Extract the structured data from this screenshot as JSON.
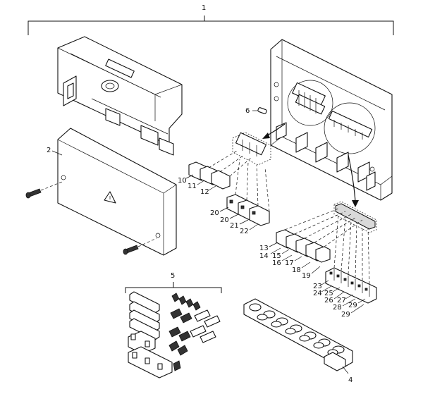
{
  "callouts": {
    "c1": "1",
    "c2": "2",
    "c4": "4",
    "c5": "5",
    "c6": "6",
    "c10": "10",
    "c11": "11",
    "c12": "12",
    "c13": "13",
    "c14": "14",
    "c15": "15",
    "c16": "16",
    "c17": "17",
    "c18": "18",
    "c19": "19",
    "c20a": "20",
    "c20b": "20",
    "c21": "21",
    "c22": "22",
    "c23": "23",
    "c24": "24",
    "c25": "25",
    "c26": "26",
    "c27": "27",
    "c28": "28",
    "c29a": "29",
    "c29b": "29"
  },
  "colors": {
    "line": "#111111",
    "fill": "#ffffff",
    "shade": "#d9d9d9"
  },
  "icons": {
    "warning": "warning-triangle-icon"
  }
}
